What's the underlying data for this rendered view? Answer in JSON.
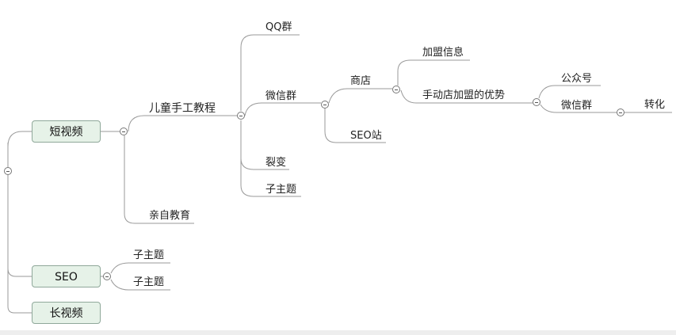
{
  "colors": {
    "line": "#9a9a9a",
    "box_fill": "#e6f2e8",
    "box_border": "#8fa89a"
  },
  "mindmap": {
    "branches": {
      "short_video": "短视频",
      "seo": "SEO",
      "long_video": "长视频"
    },
    "short_video": {
      "kids_craft": "儿童手工教程",
      "parenting": "亲自教育",
      "kids_children": {
        "qq_group": "QQ群",
        "wechat_group": "微信群",
        "fission": "裂变",
        "subtopic": "子主题"
      },
      "wechat_children": {
        "store": "商店",
        "seo_site": "SEO站"
      },
      "store_children": {
        "franchise_info": "加盟信息",
        "advantage": "手动店加盟的优势"
      },
      "advantage_children": {
        "official_account": "公众号",
        "wechat_group": "微信群"
      },
      "conversion": "转化"
    },
    "seo_children": {
      "subtopic_1": "子主题",
      "subtopic_2": "子主题"
    }
  }
}
